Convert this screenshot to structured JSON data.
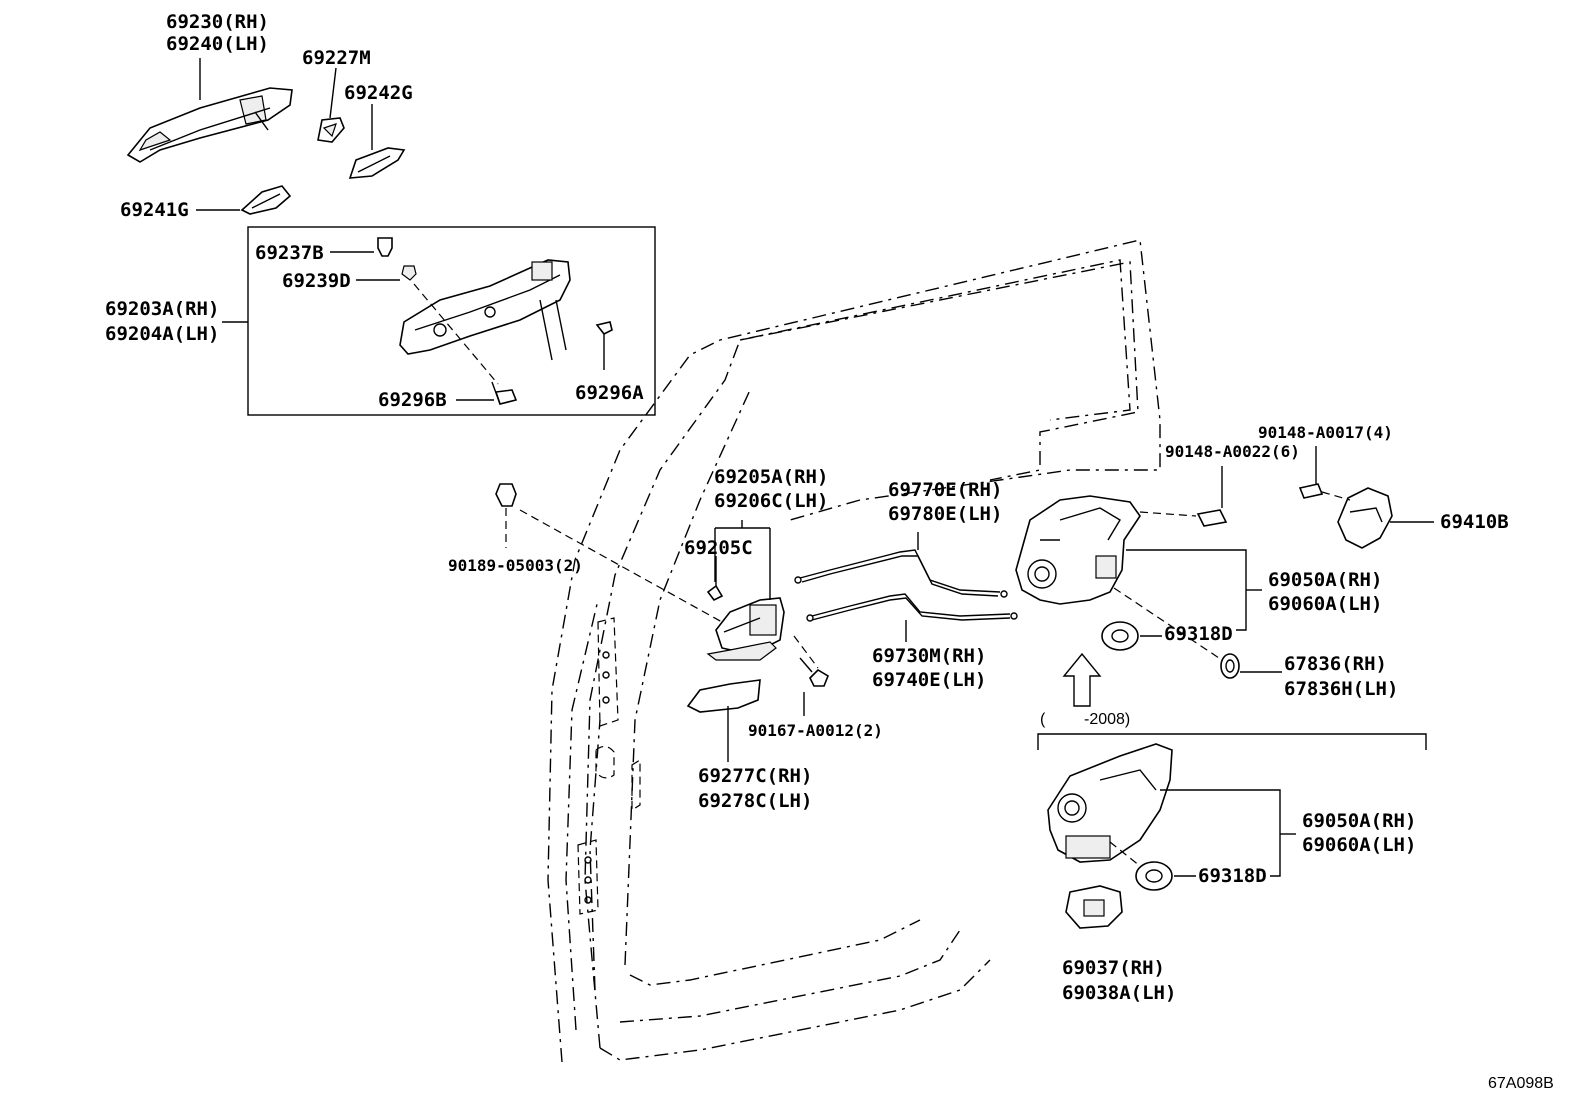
{
  "diagram_code": "67A098B",
  "range_note_open": "(",
  "range_note_close": "-2008)",
  "labels": {
    "handle_outer_rh": "69230(RH)",
    "handle_outer_lh": "69240(LH)",
    "p69227m": "69227M",
    "p69242g": "69242G",
    "p69241g": "69241G",
    "p69237b": "69237B",
    "p69239d": "69239D",
    "frame_rh": "69203A(RH)",
    "frame_lh": "69204A(LH)",
    "p69296b": "69296B",
    "p69296a": "69296A",
    "clip_90189": "90189-05003(2)",
    "inner_handle_rh": "69205A(RH)",
    "inner_handle_lh": "69206C(LH)",
    "p69205c": "69205C",
    "cable_upper_rh": "69770E(RH)",
    "cable_upper_lh": "69780E(LH)",
    "cable_lower_rh": "69730M(RH)",
    "cable_lower_lh": "69740E(LH)",
    "screw_90167": "90167-A0012(2)",
    "bezel_rh": "69277C(RH)",
    "bezel_lh": "69278C(LH)",
    "screw_90148_0017": "90148-A0017(4)",
    "screw_90148_0022": "90148-A0022(6)",
    "striker": "69410B",
    "lock_rh": "69050A(RH)",
    "lock_lh": "69060A(LH)",
    "seal_69318d": "69318D",
    "grommet_rh": "67836(RH)",
    "grommet_lh": "67836H(LH)",
    "lock2_rh": "69050A(RH)",
    "lock2_lh": "69060A(LH)",
    "seal2_69318d": "69318D",
    "bracket_rh": "69037(RH)",
    "bracket_lh": "69038A(LH)"
  }
}
